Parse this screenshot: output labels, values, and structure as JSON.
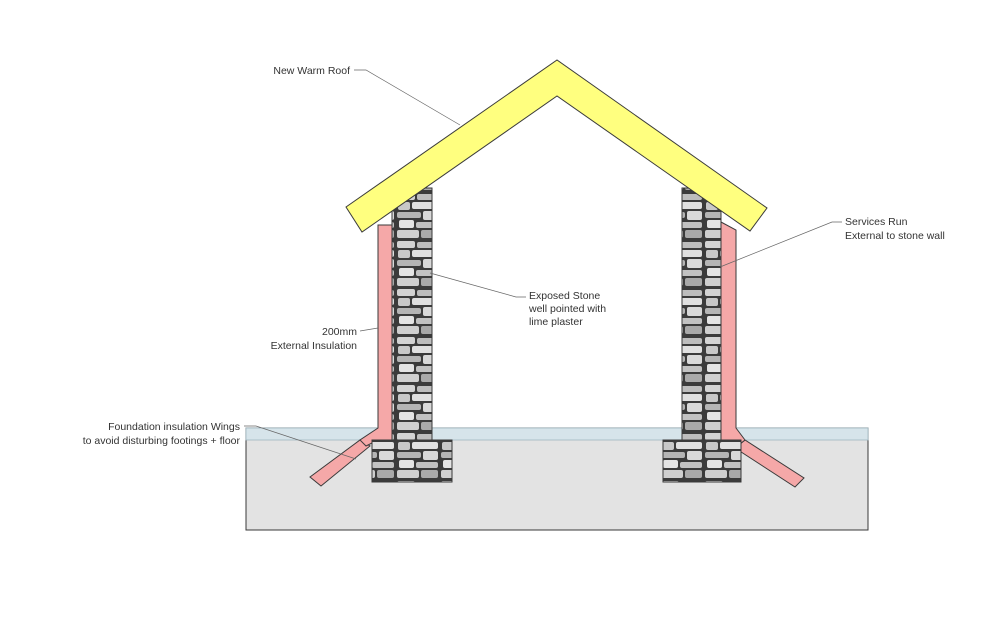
{
  "labels": {
    "roof": "New Warm Roof",
    "services_line1": "Services Run",
    "services_line2": "External to stone wall",
    "stone_line1": "Exposed Stone",
    "stone_line2": "well pointed with",
    "stone_line3": "lime plaster",
    "insulation_line1": "200mm",
    "insulation_line2": "External Insulation",
    "foundation_line1": "Foundation insulation Wings",
    "foundation_line2": "to avoid disturbing footings + floor"
  },
  "colors": {
    "roof": "#ffff7f",
    "insulation": "#f5a8a8",
    "ground": "#e3e3e3",
    "floor_layer": "#d6e4ea",
    "stone_light": "#d8d8d8",
    "stone_dark": "#3b3b3b"
  }
}
